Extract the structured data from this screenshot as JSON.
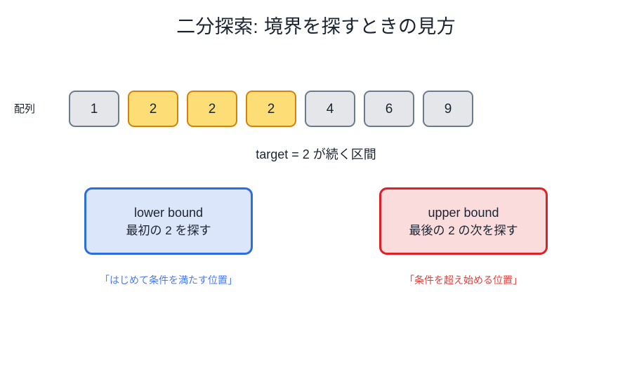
{
  "page": {
    "title": "二分探索: 境界を探すときの見方",
    "background_color": "#ffffff",
    "text_color": "#1b2430"
  },
  "array_section": {
    "label": "配列",
    "caption": "target = 2 が続く区間",
    "target_value": "2",
    "cells": [
      {
        "value": "1",
        "state": "plain"
      },
      {
        "value": "2",
        "state": "highlight"
      },
      {
        "value": "2",
        "state": "highlight"
      },
      {
        "value": "2",
        "state": "highlight"
      },
      {
        "value": "4",
        "state": "plain"
      },
      {
        "value": "6",
        "state": "plain"
      },
      {
        "value": "9",
        "state": "plain"
      }
    ],
    "colors": {
      "plain_fill": "#e4e6ea",
      "plain_border": "#6c7b8b",
      "highlight_fill": "#fcdd76",
      "highlight_border": "#d3820b"
    }
  },
  "bounds": {
    "lower": {
      "title": "lower bound",
      "subtitle": "最初の 2 を探す",
      "note": "「はじめて条件を満たす位置」",
      "fill": "#dbe6fb",
      "border": "#2c6ddf",
      "note_color": "#4a7aee"
    },
    "upper": {
      "title": "upper bound",
      "subtitle": "最後の 2 の次を探す",
      "note": "「条件を超え始める位置」",
      "fill": "#fadcdd",
      "border": "#e01f26",
      "note_color": "#e0403c"
    }
  }
}
